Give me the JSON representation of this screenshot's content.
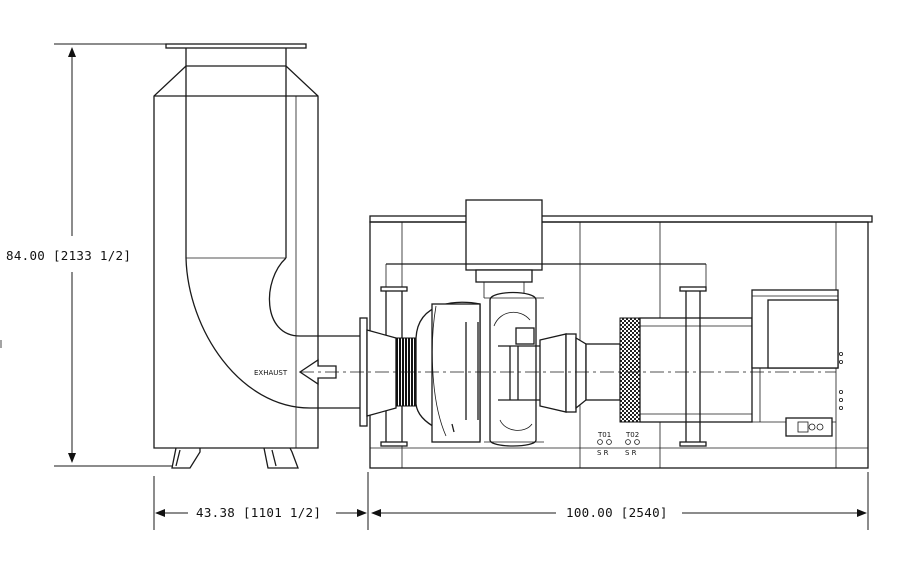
{
  "dimensions": {
    "height": "84.00 [2133 1/2]",
    "stack_width": "43.38 [1101 1/2]",
    "unit_length": "100.00 [2540]"
  },
  "labels": {
    "exhaust": "EXHAUST",
    "t01": "T01",
    "t02": "T02",
    "t01_sr": "S R",
    "t02_sr": "S R"
  }
}
